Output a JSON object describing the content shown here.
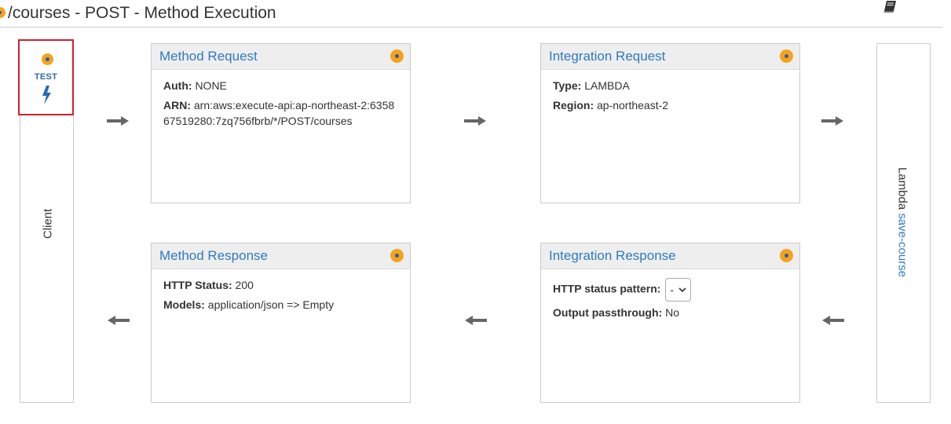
{
  "header": {
    "title": "/courses - POST - Method Execution",
    "docs_icon": "book-icon"
  },
  "client": {
    "test_label": "TEST",
    "label": "Client"
  },
  "lambda": {
    "prefix": "Lambda",
    "function_name": "save-course"
  },
  "method_request": {
    "title": "Method Request",
    "auth_label": "Auth:",
    "auth_value": "NONE",
    "arn_label": "ARN:",
    "arn_value": "arn:aws:execute-api:ap-northeast-2:635867519280:7zq756fbrb/*/POST/courses"
  },
  "integration_request": {
    "title": "Integration Request",
    "type_label": "Type:",
    "type_value": "LAMBDA",
    "region_label": "Region:",
    "region_value": "ap-northeast-2"
  },
  "method_response": {
    "title": "Method Response",
    "status_label": "HTTP Status:",
    "status_value": "200",
    "models_label": "Models:",
    "models_value": "application/json => Empty"
  },
  "integration_response": {
    "title": "Integration Response",
    "pattern_label": "HTTP status pattern:",
    "pattern_value": "-",
    "passthrough_label": "Output passthrough:",
    "passthrough_value": "No"
  },
  "colors": {
    "accent": "#f7a21b",
    "link": "#2f7bbf",
    "highlight": "#d0202a"
  }
}
